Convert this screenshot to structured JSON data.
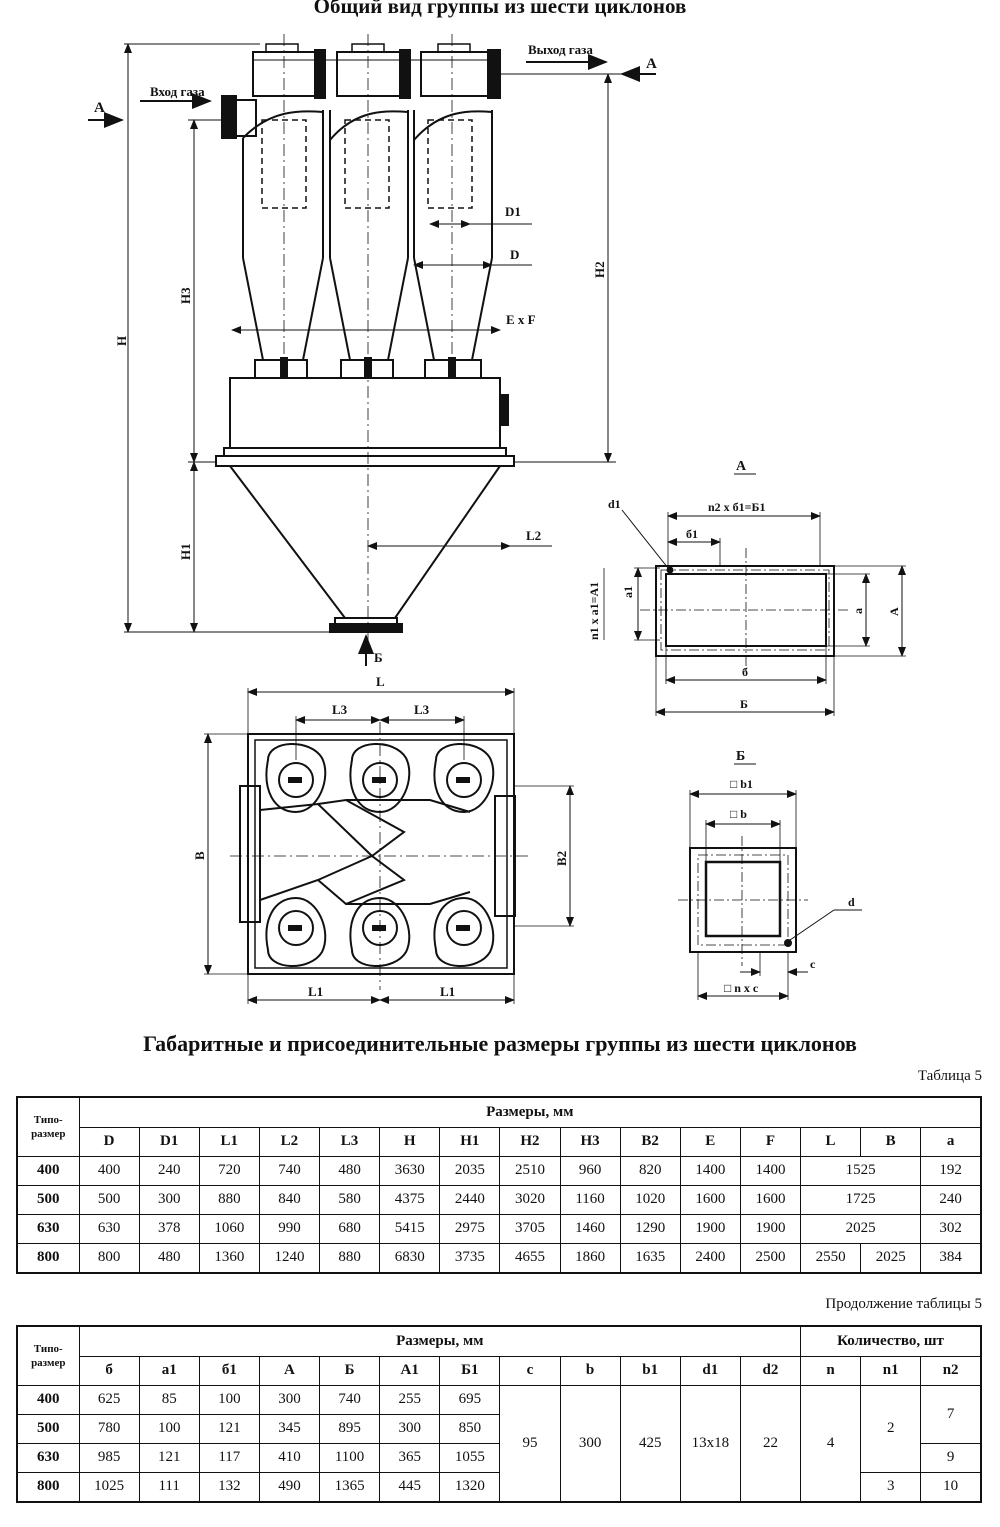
{
  "title_main": "Общий вид группы из шести циклонов",
  "title_table": "Габаритные и присоединительные размеры группы из шести циклонов",
  "labels": {
    "gas_in": "Вход газа",
    "gas_out": "Выход газа",
    "section_a": "А",
    "section_b": "Б",
    "bottom_arrow": "Б",
    "D1": "D1",
    "D": "D",
    "ExF": "E x F",
    "H2": "H2",
    "H3": "H3",
    "H": "H",
    "H1": "H1",
    "L2": "L2",
    "L": "L",
    "L3": "L3",
    "L1": "L1",
    "B": "B",
    "B2": "B2",
    "a_d1": "d1",
    "a_n2b1": "n2 x б1=Б1",
    "a_b1": "б1",
    "a_a1": "a1",
    "a_n1a1": "n1 x a1=A1",
    "a_a": "a",
    "a_A": "A",
    "a_b": "б",
    "a_B": "Б",
    "b_b1": "□ b1",
    "b_b": "□ b",
    "b_d": "d",
    "b_c": "c",
    "b_nxc": "□ n x c"
  },
  "table1": {
    "caption": "Таблица 5",
    "head_type": "Типо-размер",
    "head_group": "Размеры, мм",
    "columns": [
      "D",
      "D1",
      "L1",
      "L2",
      "L3",
      "H",
      "H1",
      "H2",
      "H3",
      "B2",
      "E",
      "F",
      "L",
      "B",
      "a"
    ],
    "rows": [
      {
        "type": "400",
        "D": "400",
        "D1": "240",
        "L1": "720",
        "L2": "740",
        "L3": "480",
        "H": "3630",
        "H1": "2035",
        "H2": "2510",
        "H3": "960",
        "B2": "820",
        "E": "1400",
        "F": "1400",
        "LB": "1525",
        "a": "192"
      },
      {
        "type": "500",
        "D": "500",
        "D1": "300",
        "L1": "880",
        "L2": "840",
        "L3": "580",
        "H": "4375",
        "H1": "2440",
        "H2": "3020",
        "H3": "1160",
        "B2": "1020",
        "E": "1600",
        "F": "1600",
        "LB": "1725",
        "a": "240"
      },
      {
        "type": "630",
        "D": "630",
        "D1": "378",
        "L1": "1060",
        "L2": "990",
        "L3": "680",
        "H": "5415",
        "H1": "2975",
        "H2": "3705",
        "H3": "1460",
        "B2": "1290",
        "E": "1900",
        "F": "1900",
        "LB": "2025",
        "a": "302"
      },
      {
        "type": "800",
        "D": "800",
        "D1": "480",
        "L1": "1360",
        "L2": "1240",
        "L3": "880",
        "H": "6830",
        "H1": "3735",
        "H2": "4655",
        "H3": "1860",
        "B2": "1635",
        "E": "2400",
        "F": "2500",
        "L": "2550",
        "B": "2025",
        "a": "384"
      }
    ]
  },
  "table2": {
    "caption": "Продолжение таблицы 5",
    "head_type": "Типо-размер",
    "head_group": "Размеры, мм",
    "head_qty": "Количество, шт",
    "columns": [
      "б",
      "a1",
      "б1",
      "A",
      "Б",
      "A1",
      "Б1",
      "c",
      "b",
      "b1",
      "d1",
      "d2",
      "n",
      "n1",
      "n2"
    ],
    "rows": [
      {
        "type": "400",
        "b_": "625",
        "a1": "85",
        "b1_": "100",
        "A": "300",
        "B_": "740",
        "A1": "255",
        "B1_": "695"
      },
      {
        "type": "500",
        "b_": "780",
        "a1": "100",
        "b1_": "121",
        "A": "345",
        "B_": "895",
        "A1": "300",
        "B1_": "850"
      },
      {
        "type": "630",
        "b_": "985",
        "a1": "121",
        "b1_": "117",
        "A": "410",
        "B_": "1100",
        "A1": "365",
        "B1_": "1055"
      },
      {
        "type": "800",
        "b_": "1025",
        "a1": "111",
        "b1_": "132",
        "A": "490",
        "B_": "1365",
        "A1": "445",
        "B1_": "1320"
      }
    ],
    "common": {
      "c": "95",
      "b": "300",
      "b1": "425",
      "d1": "13x18",
      "d2": "22",
      "n": "4"
    },
    "n1": [
      "2",
      "3"
    ],
    "n2": [
      "7",
      "9",
      "10"
    ]
  }
}
